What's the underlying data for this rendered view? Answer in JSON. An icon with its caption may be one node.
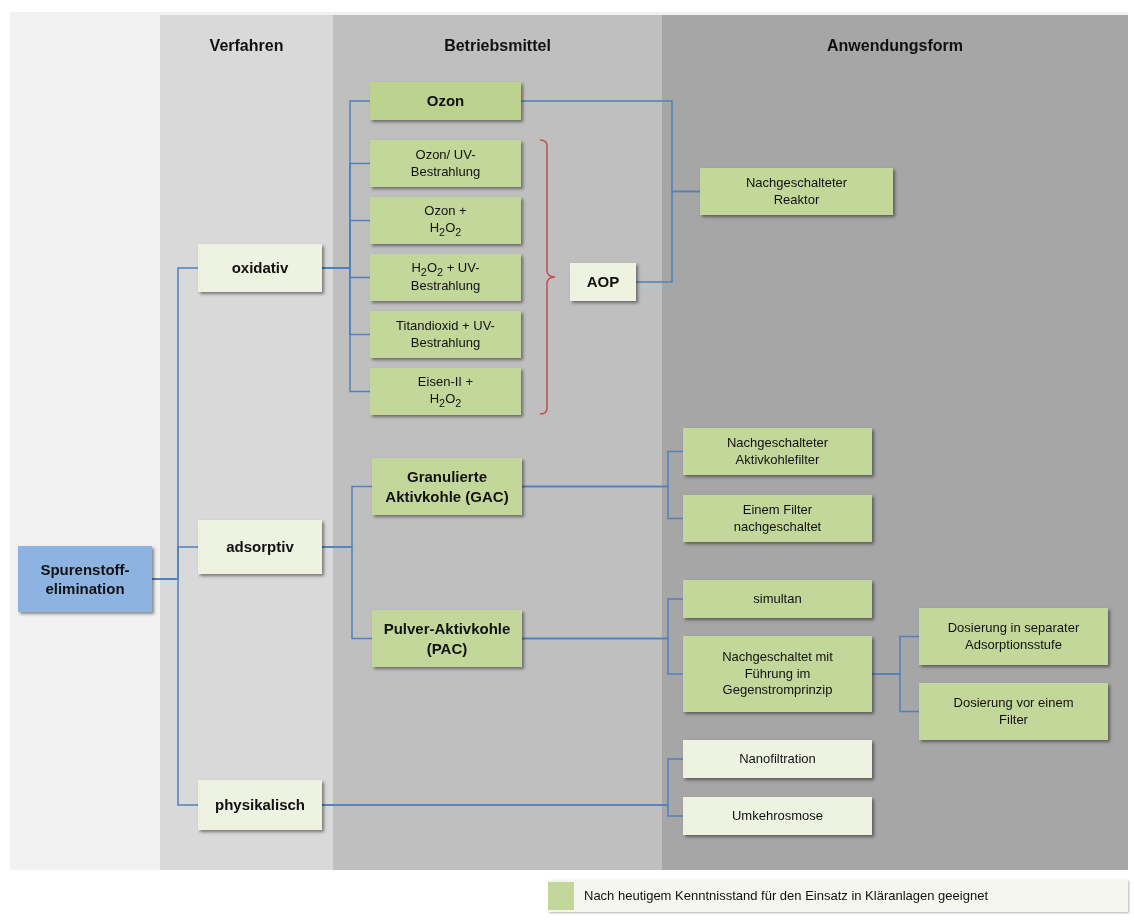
{
  "diagram": {
    "nodes": [
      {
        "text": [
          "Verfahren"
        ]
      },
      {
        "text": [
          "Betriebsmittel"
        ]
      },
      {
        "text": [
          "Anwendungsform"
        ]
      },
      {
        "text": [
          "Spurenstoff-elimination"
        ]
      },
      {
        "text": [
          "oxidativ"
        ],
        "in": 0
      },
      {
        "text": [
          "adsorptiv"
        ],
        "in": 0
      },
      {
        "text": [
          "physikalisch"
        ],
        "in": 0
      },
      {
        "text": [
          "Ozon"
        ],
        "in": 1
      },
      {
        "text": [
          "Ozon/ UV-Bestrahlung"
        ],
        "in": 1
      },
      {
        "text": [
          "Ozon + H$_{2}$O$_{2}$"
        ],
        "in": 1
      },
      {
        "text": [
          "H$_{2}$O$_{2}$ + UV-Bestrahlung"
        ],
        "in": 1
      },
      {
        "text": [
          "Titandioxid + UV-Bestrahlung"
        ],
        "in": 1
      },
      {
        "text": [
          "Eisen-II + H$_{2}$O$_{2}$"
        ],
        "in": 1
      },
      {
        "text": [
          "AOP"
        ],
        "in": 1
      },
      {
        "text": [
          "Nachgeschalteter Reaktor"
        ],
        "in": 2
      },
      {
        "text": [
          "Granulierte Aktivkohle (GAC)"
        ],
        "in": 1
      },
      {
        "text": [
          "Pulver-Aktivkohle (PAC)"
        ],
        "in": 1
      },
      {
        "text": [
          "Nachgeschalteter Aktivkohlefilter"
        ],
        "in": 2
      },
      {
        "text": [
          "Einem Filter nachgeschaltet"
        ],
        "in": 2
      },
      {
        "text": [
          "simultan"
        ],
        "in": 2
      },
      {
        "text": [
          "Nachgeschaltet mit Führung im Gegenstromprinzip"
        ],
        "in": 2
      },
      {
        "text": [
          "Dosierung  in separater Adsorptionsstufe"
        ],
        "in": 2
      },
      {
        "text": [
          "Dosierung vor einem Filter"
        ],
        "in": 2
      },
      {
        "text": [
          "Nanofiltration"
        ],
        "in": 2
      },
      {
        "text": [
          "Umkehrosmose"
        ],
        "in": 2
      }
    ],
    "edges": [
      {
        "from": 3,
        "to": 4,
        "arrow": "none"
      },
      {
        "from": 3,
        "to": 5,
        "arrow": "none"
      },
      {
        "from": 3,
        "to": 6,
        "arrow": "none"
      },
      {
        "from": 4,
        "to": 7,
        "arrow": "none"
      },
      {
        "from": 4,
        "to": 8,
        "arrow": "none"
      },
      {
        "from": 4,
        "to": 9,
        "arrow": "none"
      },
      {
        "from": 4,
        "to": 10,
        "arrow": "none"
      },
      {
        "from": 4,
        "to": 11,
        "arrow": "none"
      },
      {
        "from": 4,
        "to": 12,
        "arrow": "none"
      },
      {
        "from": 7,
        "to": 14,
        "arrow": "none"
      },
      {
        "from": 13,
        "to": 14,
        "arrow": "none"
      },
      {
        "from": 5,
        "to": 15,
        "arrow": "none"
      },
      {
        "from": 5,
        "to": 16,
        "arrow": "none"
      },
      {
        "from": 15,
        "to": 17,
        "arrow": "none"
      },
      {
        "from": 15,
        "to": 18,
        "arrow": "none"
      },
      {
        "from": 16,
        "to": 19,
        "arrow": "none"
      },
      {
        "from": 16,
        "to": 20,
        "arrow": "none"
      },
      {
        "from": 20,
        "to": 21,
        "arrow": "none"
      },
      {
        "from": 20,
        "to": 22,
        "arrow": "none"
      },
      {
        "from": 6,
        "to": 23,
        "arrow": "none"
      },
      {
        "from": 6,
        "to": 24,
        "arrow": "none"
      }
    ],
    "legend": [
      {
        "text": "Nach heutigem Kenntnisstand für den Einsatz in Kläranlagen geeignet",
        "color": "#c4d79b"
      }
    ]
  }
}
